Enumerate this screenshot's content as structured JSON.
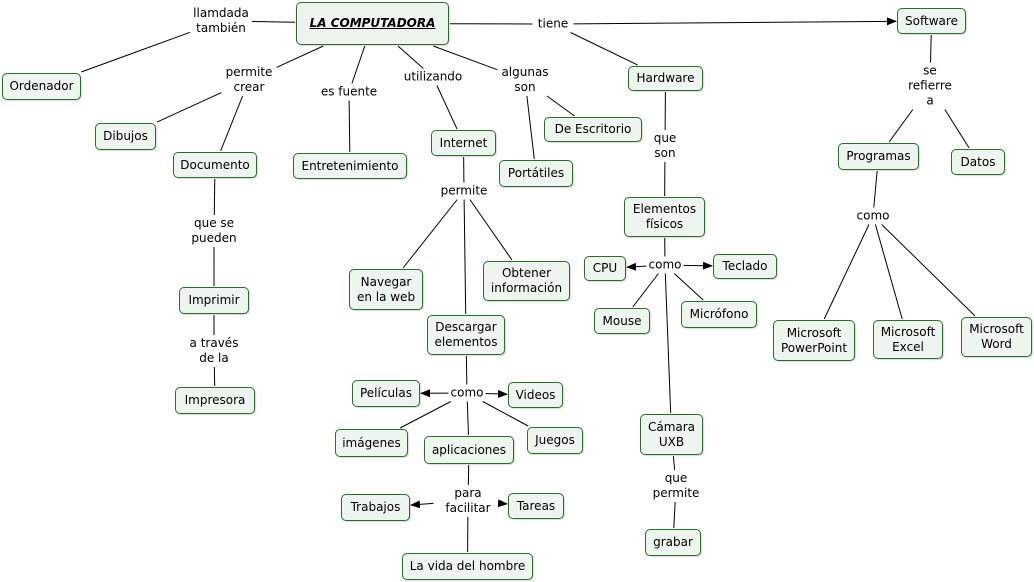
{
  "colors": {
    "node_fill": "#eef4ee",
    "node_border": "#2f6b2f",
    "line": "#000000"
  },
  "nodes": [
    {
      "id": "root",
      "text": "LA COMPUTADORA"
    },
    {
      "id": "ordenador",
      "text": "Ordenador"
    },
    {
      "id": "software",
      "text": "Software"
    },
    {
      "id": "hardware",
      "text": "Hardware"
    },
    {
      "id": "dibujos",
      "text": "Dibujos"
    },
    {
      "id": "documento",
      "text": "Documento"
    },
    {
      "id": "entretenimiento",
      "text": "Entretenimiento"
    },
    {
      "id": "internet",
      "text": "Internet"
    },
    {
      "id": "escritorio",
      "text": "De Escritorio"
    },
    {
      "id": "portatiles",
      "text": "Portátiles"
    },
    {
      "id": "programas",
      "text": "Programas"
    },
    {
      "id": "datos",
      "text": "Datos"
    },
    {
      "id": "elementos_fisicos",
      "text": "Elementos\nfísicos"
    },
    {
      "id": "imprimir",
      "text": "Imprimir"
    },
    {
      "id": "impresora",
      "text": "Impresora"
    },
    {
      "id": "navegar",
      "text": "Navegar\nen la web"
    },
    {
      "id": "obtener",
      "text": "Obtener\ninformación"
    },
    {
      "id": "descargar",
      "text": "Descargar\nelementos"
    },
    {
      "id": "cpu",
      "text": "CPU"
    },
    {
      "id": "teclado",
      "text": "Teclado"
    },
    {
      "id": "mouse",
      "text": "Mouse"
    },
    {
      "id": "microfono",
      "text": "Micrófono"
    },
    {
      "id": "powerpoint",
      "text": "Microsoft\nPowerPoint"
    },
    {
      "id": "excel",
      "text": "Microsoft\nExcel"
    },
    {
      "id": "word",
      "text": "Microsoft\nWord"
    },
    {
      "id": "peliculas",
      "text": "Películas"
    },
    {
      "id": "videos",
      "text": "Videos"
    },
    {
      "id": "imagenes",
      "text": "imágenes"
    },
    {
      "id": "aplicaciones",
      "text": "aplicaciones"
    },
    {
      "id": "juegos",
      "text": "Juegos"
    },
    {
      "id": "camara",
      "text": "Cámara\nUXB"
    },
    {
      "id": "trabajos",
      "text": "Trabajos"
    },
    {
      "id": "tareas",
      "text": "Tareas"
    },
    {
      "id": "grabar",
      "text": "grabar"
    },
    {
      "id": "vida",
      "text": "La vida del hombre"
    }
  ],
  "linking_phrases": [
    {
      "id": "llamada",
      "text": "llamdada\ntambién"
    },
    {
      "id": "tiene",
      "text": "tiene"
    },
    {
      "id": "permite_crear",
      "text": "permite\ncrear"
    },
    {
      "id": "es_fuente",
      "text": "es fuente"
    },
    {
      "id": "utilizando",
      "text": "utilizando"
    },
    {
      "id": "algunas_son",
      "text": "algunas\nson"
    },
    {
      "id": "se_refierre",
      "text": "se\nrefierre\na"
    },
    {
      "id": "que_son",
      "text": "que\nson"
    },
    {
      "id": "que_se_pueden",
      "text": "que se\npueden"
    },
    {
      "id": "permite",
      "text": "permite"
    },
    {
      "id": "como_prog",
      "text": "como"
    },
    {
      "id": "como_hw",
      "text": "como"
    },
    {
      "id": "a_traves",
      "text": "a través\nde la"
    },
    {
      "id": "como_desc",
      "text": "como"
    },
    {
      "id": "que_permite",
      "text": "que\npermite"
    },
    {
      "id": "para_facilitar",
      "text": "para\nfacilitar"
    }
  ],
  "connections": [
    {
      "from": "root",
      "to": "llamada"
    },
    {
      "from": "llamada",
      "to": "ordenador"
    },
    {
      "from": "root",
      "to": "tiene"
    },
    {
      "from": "tiene",
      "to": "software",
      "arrow": true
    },
    {
      "from": "tiene",
      "to": "hardware"
    },
    {
      "from": "root",
      "to": "permite_crear"
    },
    {
      "from": "permite_crear",
      "to": "dibujos"
    },
    {
      "from": "permite_crear",
      "to": "documento"
    },
    {
      "from": "root",
      "to": "es_fuente"
    },
    {
      "from": "es_fuente",
      "to": "entretenimiento"
    },
    {
      "from": "root",
      "to": "utilizando"
    },
    {
      "from": "utilizando",
      "to": "internet"
    },
    {
      "from": "root",
      "to": "algunas_son"
    },
    {
      "from": "algunas_son",
      "to": "escritorio"
    },
    {
      "from": "algunas_son",
      "to": "portatiles"
    },
    {
      "from": "software",
      "to": "se_refierre"
    },
    {
      "from": "se_refierre",
      "to": "programas"
    },
    {
      "from": "se_refierre",
      "to": "datos"
    },
    {
      "from": "hardware",
      "to": "que_son"
    },
    {
      "from": "que_son",
      "to": "elementos_fisicos"
    },
    {
      "from": "documento",
      "to": "que_se_pueden"
    },
    {
      "from": "que_se_pueden",
      "to": "imprimir"
    },
    {
      "from": "imprimir",
      "to": "a_traves"
    },
    {
      "from": "a_traves",
      "to": "impresora"
    },
    {
      "from": "internet",
      "to": "permite"
    },
    {
      "from": "permite",
      "to": "navegar"
    },
    {
      "from": "permite",
      "to": "obtener"
    },
    {
      "from": "permite",
      "to": "descargar"
    },
    {
      "from": "programas",
      "to": "como_prog"
    },
    {
      "from": "como_prog",
      "to": "powerpoint"
    },
    {
      "from": "como_prog",
      "to": "excel"
    },
    {
      "from": "como_prog",
      "to": "word"
    },
    {
      "from": "elementos_fisicos",
      "to": "como_hw"
    },
    {
      "from": "como_hw",
      "to": "cpu",
      "arrow": true
    },
    {
      "from": "como_hw",
      "to": "teclado",
      "arrow": true
    },
    {
      "from": "como_hw",
      "to": "mouse"
    },
    {
      "from": "como_hw",
      "to": "microfono"
    },
    {
      "from": "como_hw",
      "to": "camara"
    },
    {
      "from": "descargar",
      "to": "como_desc"
    },
    {
      "from": "como_desc",
      "to": "peliculas",
      "arrow": true
    },
    {
      "from": "como_desc",
      "to": "videos",
      "arrow": true
    },
    {
      "from": "como_desc",
      "to": "imagenes"
    },
    {
      "from": "como_desc",
      "to": "aplicaciones"
    },
    {
      "from": "como_desc",
      "to": "juegos"
    },
    {
      "from": "camara",
      "to": "que_permite"
    },
    {
      "from": "que_permite",
      "to": "grabar"
    },
    {
      "from": "aplicaciones",
      "to": "para_facilitar"
    },
    {
      "from": "para_facilitar",
      "to": "trabajos",
      "arrow": true
    },
    {
      "from": "para_facilitar",
      "to": "tareas",
      "arrow": true
    },
    {
      "from": "para_facilitar",
      "to": "vida"
    }
  ]
}
